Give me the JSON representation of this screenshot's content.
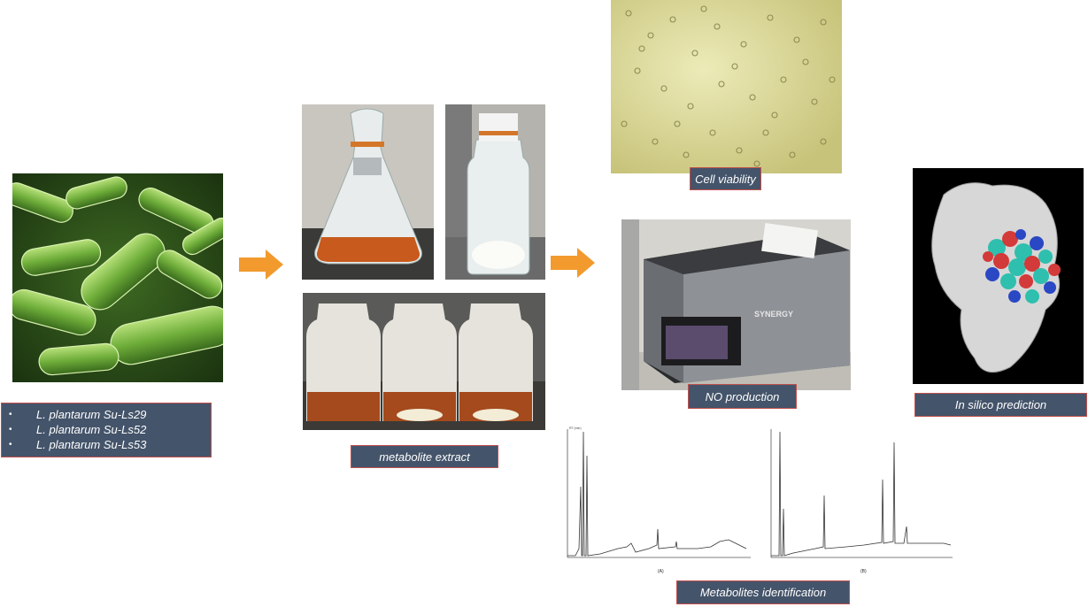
{
  "strains": {
    "items": [
      "L. plantarum Su-Ls29",
      "L. plantarum Su-Ls52",
      "L. plantarum Su-Ls53"
    ]
  },
  "labels": {
    "metabolite_extract": "metabolite extract",
    "cell_viability": "Cell viability",
    "no_production": "NO production",
    "in_silico": "In silico prediction",
    "metabolites_identification": "Metabolites identification"
  },
  "chromatograms": {
    "a_caption": "(A)",
    "b_caption": "(B)"
  },
  "colors": {
    "label_bg": "#44546a",
    "label_border": "#c0504d",
    "arrow": "#f29a2e",
    "bacteria_green": "#6fae3a"
  },
  "icons": {
    "flow_arrow": "arrow-right-icon"
  }
}
